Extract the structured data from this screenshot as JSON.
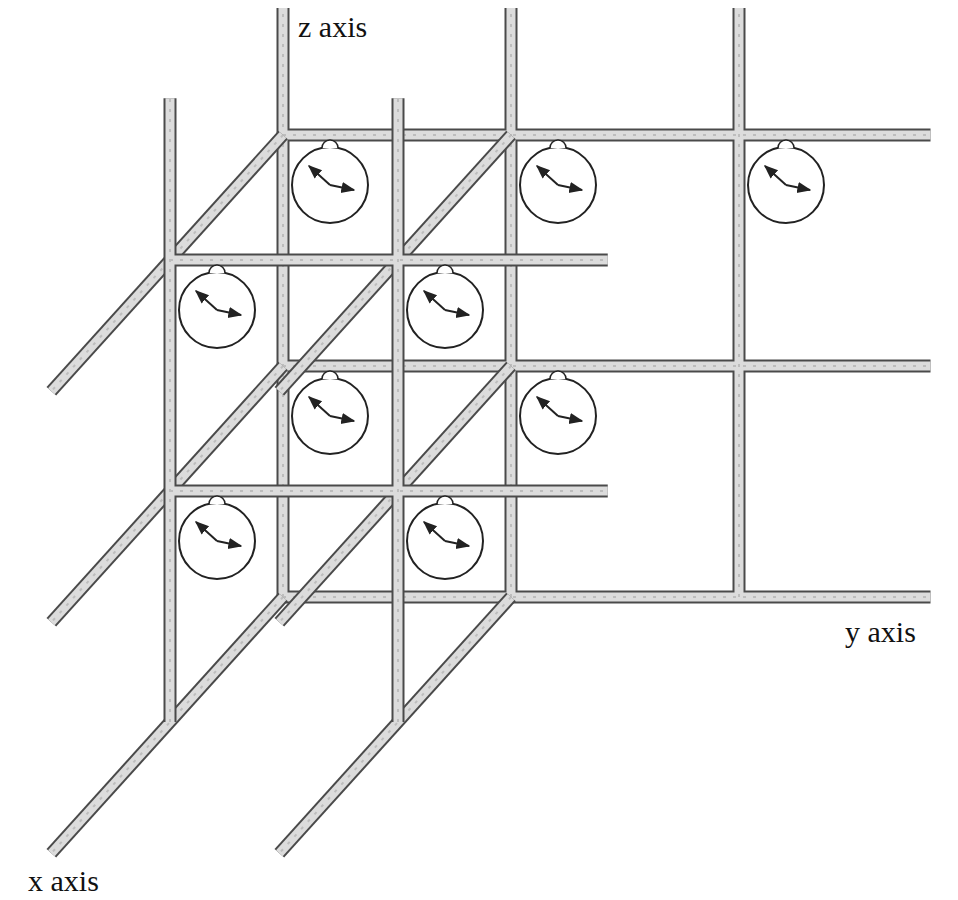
{
  "diagram": {
    "labels": [
      "z axis",
      "y axis",
      "x axis"
    ]
  }
}
